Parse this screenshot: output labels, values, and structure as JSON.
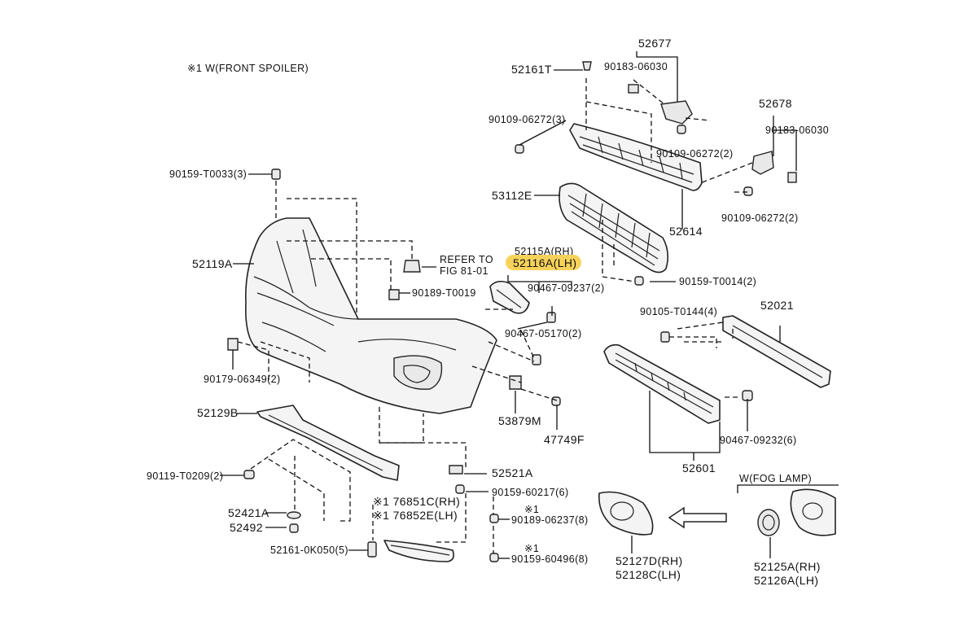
{
  "note_spoiler": "※1 W(FRONT SPOILER)",
  "note_fog": "W(FOG LAMP)",
  "arrow_icon": "left-arrow-icon",
  "highlight_color": "#f7d25a",
  "labels": {
    "p52677": "52677",
    "p52161T": "52161T",
    "p90183a": "90183-06030",
    "p90109a": "90109-06272(3)",
    "p90109b": "90109-06272(2)",
    "p52678": "52678",
    "p90183b": "90183-06030",
    "p90109c": "90109-06272(2)",
    "p53112E": "53112E",
    "p52614": "52614",
    "p90159T0033": "90159-T0033(3)",
    "p52119A": "52119A",
    "refer1": "REFER TO",
    "refer2": "FIG 81-01",
    "p90189T0019": "90189-T0019",
    "p52115A": "52115A(RH)",
    "p52116A": "52116A(LH)",
    "p90467_09237": "90467-09237(2)",
    "p90159T0014": "90159-T0014(2)",
    "p52021": "52021",
    "p90105T0144": "90105-T0144(4)",
    "p90467_05170": "90467-05170(2)",
    "p90179": "90179-06349(2)",
    "p52129B": "52129B",
    "p53879M": "53879M",
    "p47749F": "47749F",
    "p90467_09232": "90467-09232(6)",
    "p52601": "52601",
    "p52521A": "52521A",
    "p90119": "90119-T0209(2)",
    "p90159_60217": "90159-60217(6)",
    "p76851C": "※1 76851C(RH)",
    "p76852E": "※1 76852E(LH)",
    "p52421A": "52421A",
    "p52492": "52492",
    "star1a": "※1",
    "p90189_06237": "90189-06237(8)",
    "star1b": "※1",
    "p90159_60496": "90159-60496(8)",
    "p52161_0K050": "52161-0K050(5)",
    "p52127D": "52127D(RH)",
    "p52128C": "52128C(LH)",
    "p52125A": "52125A(RH)",
    "p52126A": "52126A(LH)"
  }
}
